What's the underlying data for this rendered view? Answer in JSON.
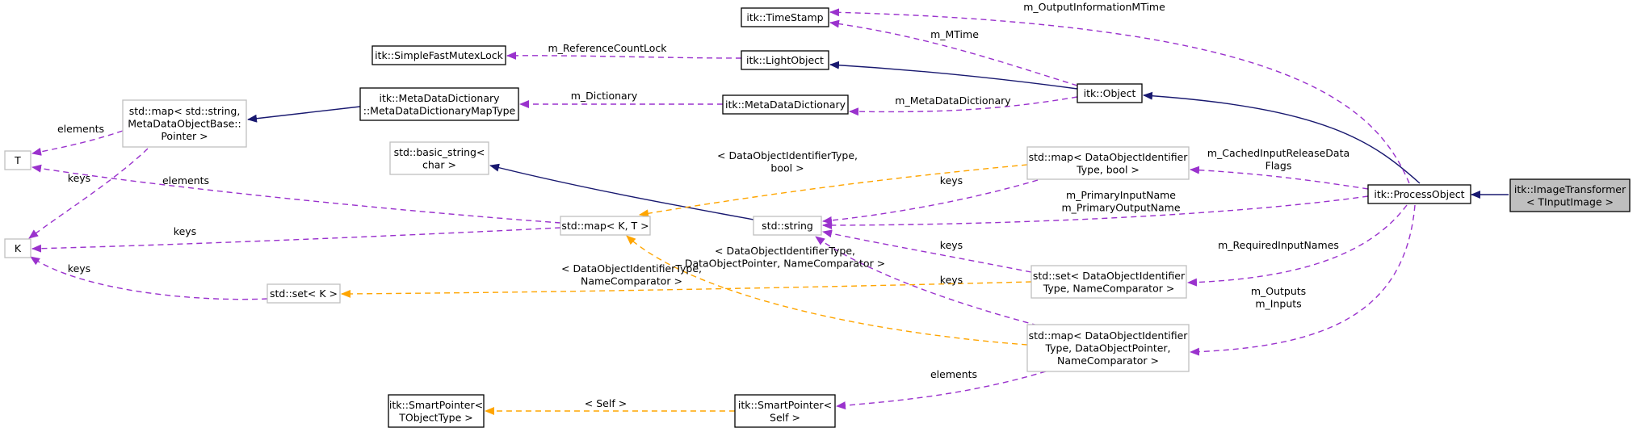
{
  "colors": {
    "inheritance": "#191970",
    "usage": "#9a32cd",
    "template": "#ffa500",
    "complete_border": "#000000",
    "incomplete_border": "#bfbfbf",
    "highlight_fill": "#bfbfbf"
  },
  "nodes": {
    "image_transformer": {
      "lines": [
        "itk::ImageTransformer",
        "< TInputImage >"
      ]
    },
    "process_object": {
      "lines": [
        "itk::ProcessObject"
      ]
    },
    "object": {
      "lines": [
        "itk::Object"
      ]
    },
    "light_object": {
      "lines": [
        "itk::LightObject"
      ]
    },
    "time_stamp": {
      "lines": [
        "itk::TimeStamp"
      ]
    },
    "simple_fast_mutex_lock": {
      "lines": [
        "itk::SimpleFastMutexLock"
      ]
    },
    "metadata_dictionary": {
      "lines": [
        "itk::MetaDataDictionary"
      ]
    },
    "metadata_dictionary_map_type": {
      "lines": [
        "itk::MetaDataDictionary",
        "::MetaDataDictionaryMapType"
      ]
    },
    "map_string_metadata": {
      "lines": [
        "std::map< std::string,",
        "MetaDataObjectBase::",
        "Pointer >"
      ]
    },
    "T": {
      "lines": [
        "T"
      ]
    },
    "K": {
      "lines": [
        "K"
      ]
    },
    "basic_string": {
      "lines": [
        "std::basic_string<",
        "char >"
      ]
    },
    "std_string": {
      "lines": [
        "std::string"
      ]
    },
    "map_KT": {
      "lines": [
        "std::map< K, T >"
      ]
    },
    "set_K": {
      "lines": [
        "std::set< K >"
      ]
    },
    "map_doid_bool": {
      "lines": [
        "std::map< DataObjectIdentifier",
        "Type, bool >"
      ]
    },
    "set_doid_namecomp": {
      "lines": [
        "std::set< DataObjectIdentifier",
        "Type, NameComparator >"
      ]
    },
    "map_doid_dop": {
      "lines": [
        "std::map< DataObjectIdentifier",
        "Type, DataObjectPointer,",
        "NameComparator >"
      ]
    },
    "smart_pointer_self": {
      "lines": [
        "itk::SmartPointer<",
        "Self >"
      ]
    },
    "smart_pointer_tobject": {
      "lines": [
        "itk::SmartPointer<",
        "TObjectType >"
      ]
    }
  },
  "edge_labels": {
    "m_output_information_mtime": [
      "m_OutputInformationMTime"
    ],
    "m_mtime": [
      "m_MTime"
    ],
    "m_reference_count_lock": [
      "m_ReferenceCountLock"
    ],
    "m_dictionary": [
      "m_Dictionary"
    ],
    "m_metadata_dictionary": [
      "m_MetaDataDictionary"
    ],
    "elements_map_t": [
      "elements"
    ],
    "keys_map_k": [
      "keys"
    ],
    "elements_mapkt_t": [
      "elements"
    ],
    "keys_mapkt_k": [
      "keys"
    ],
    "keys_setk_k": [
      "keys"
    ],
    "tpl_doid_bool": [
      "< DataObjectIdentifierType,",
      "bool >"
    ],
    "keys_mapbool_string": [
      "keys"
    ],
    "m_cached_input_release_data_flags": [
      "m_CachedInputReleaseData",
      "Flags"
    ],
    "m_primary_input_output_name": [
      "m_PrimaryInputName",
      "m_PrimaryOutputName"
    ],
    "keys_setnc_string": [
      "keys"
    ],
    "m_required_input_names": [
      "m_RequiredInputNames"
    ],
    "tpl_doid_namecomp": [
      "< DataObjectIdentifierType,",
      "NameComparator >"
    ],
    "tpl_doid_dop_namecomp": [
      "< DataObjectIdentifierType,",
      "DataObjectPointer, NameComparator >"
    ],
    "keys_mapdop_string": [
      "keys"
    ],
    "m_outputs_m_inputs": [
      "m_Outputs",
      "m_Inputs"
    ],
    "elements_mapdop_sp": [
      "elements"
    ],
    "tpl_self": [
      "< Self >"
    ]
  }
}
